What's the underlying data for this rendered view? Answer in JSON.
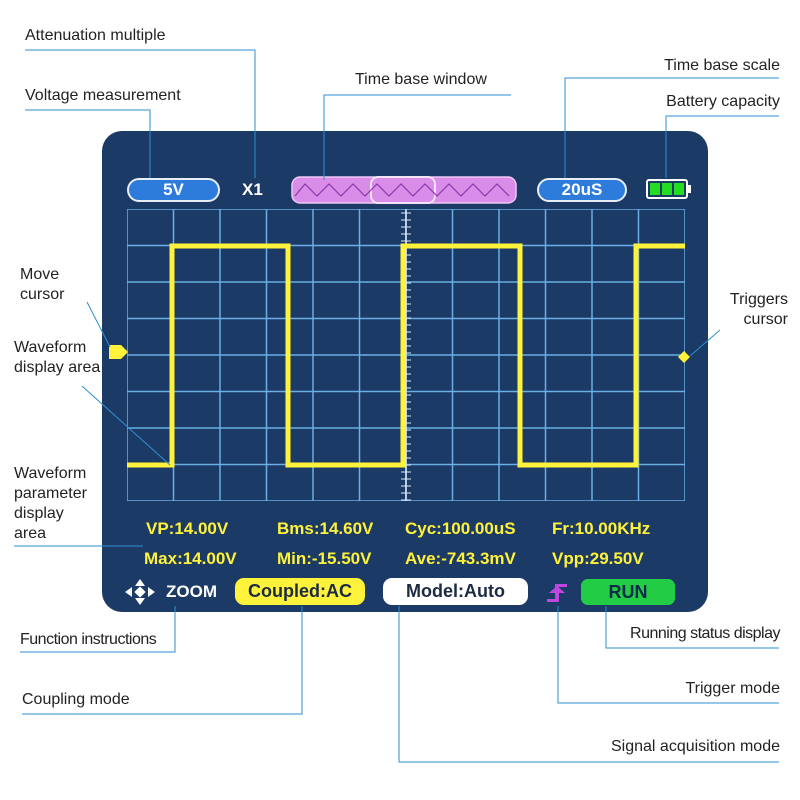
{
  "callouts": {
    "attenuation_multiple": "Attenuation multiple",
    "time_base_window": "Time base window",
    "time_base_scale": "Time base scale",
    "voltage_measurement": "Voltage measurement",
    "battery_capacity": "Battery capacity",
    "move_cursor_line1": "Move",
    "move_cursor_line2": "cursor",
    "waveform_display_line1": "Waveform",
    "waveform_display_line2": "display area",
    "triggers_cursor_line1": "Triggers",
    "triggers_cursor_line2": "cursor",
    "param_area_line1": "Waveform",
    "param_area_line2": "parameter",
    "param_area_line3": "display",
    "param_area_line4": "area",
    "function_instructions": "Function instructions",
    "running_status_display": "Running status display",
    "coupling_mode": "Coupling mode",
    "trigger_mode": "Trigger mode",
    "signal_acquisition_mode": "Signal acquisition mode"
  },
  "screen": {
    "voltage": "5V",
    "attenuation": "X1",
    "time_base": "20uS",
    "battery_level_bars": 3,
    "battery_level_max": 3,
    "params": {
      "vp": "VP:14.00V",
      "bms": "Bms:14.60V",
      "cyc": "Cyc:100.00uS",
      "fr": "Fr:10.00KHz",
      "max": "Max:14.00V",
      "min": "Min:-15.50V",
      "ave": "Ave:-743.3mV",
      "vpp": "Vpp:29.50V"
    },
    "zoom_label": "ZOOM",
    "coupled": "Coupled:AC",
    "model": "Model:Auto",
    "run": "RUN"
  },
  "colors": {
    "screen_bg": "#1c3a66",
    "grid": "#6aaee4",
    "waveform": "#fff23a",
    "pill_blue": "#2d7cdb",
    "run_green": "#22cc44",
    "trigger_magenta": "#c046e0",
    "window_pink": "#d98ce8"
  },
  "icons": {
    "move": "four-arrows-icon",
    "trigger": "rising-edge-trigger-icon",
    "battery": "battery-icon"
  }
}
